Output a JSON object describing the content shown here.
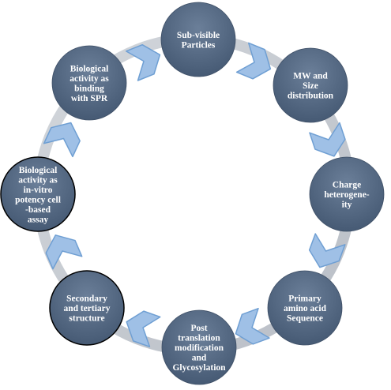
{
  "diagram": {
    "type": "cycle",
    "nodes": [
      {
        "id": "sub-visible-particles",
        "lines": [
          "Sub-visible",
          "Particles"
        ]
      },
      {
        "id": "mw-size-distribution",
        "lines": [
          "MW and",
          "Size",
          "distribution"
        ]
      },
      {
        "id": "charge-heterogeneity",
        "lines": [
          "Charge",
          "heterogene-",
          "ity"
        ]
      },
      {
        "id": "primary-amino-acid-sequence",
        "lines": [
          "Primary",
          "amino acid",
          "Sequence"
        ]
      },
      {
        "id": "ptm-glycosylation",
        "lines": [
          "Post",
          "translation",
          "modification",
          "and",
          "Glycosylation"
        ]
      },
      {
        "id": "secondary-tertiary-structure",
        "lines": [
          "Secondary",
          "and tertiary",
          "structure"
        ]
      },
      {
        "id": "potency-cell-assay",
        "lines": [
          "Biological",
          "activity as",
          "in-vitro",
          "potency cell",
          "-based",
          "assay"
        ]
      },
      {
        "id": "binding-spr",
        "lines": [
          "Biological",
          "activity as",
          "binding",
          "with SPR"
        ]
      }
    ],
    "colors": {
      "node_fill": "#4a5d77",
      "node_fill_light": "#6b7f99",
      "arrow_fill": "#9fc0e6",
      "arrow_stroke": "#6f9fd3",
      "ring": "#c8cdd4",
      "highlight_outline": "#000000"
    }
  }
}
